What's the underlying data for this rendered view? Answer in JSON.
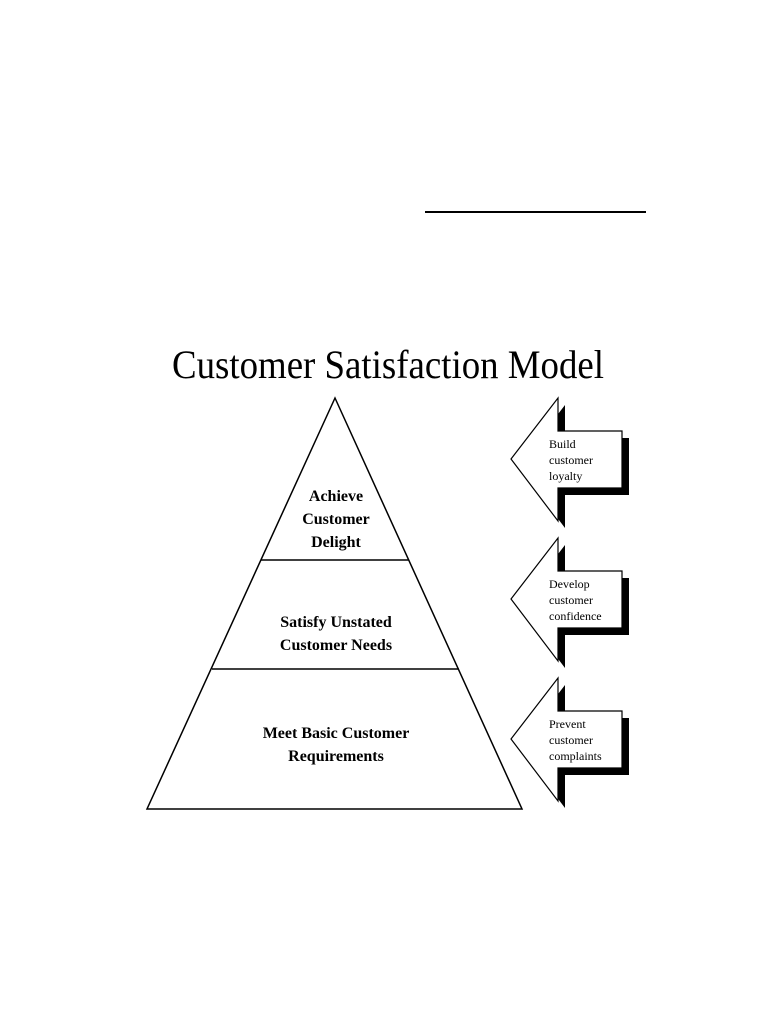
{
  "title": "Customer Satisfaction Model",
  "pyramid": {
    "levels": [
      {
        "label_lines": [
          "Achieve",
          "Customer",
          "Delight"
        ]
      },
      {
        "label_lines": [
          "Satisfy Unstated",
          "Customer Needs"
        ]
      },
      {
        "label_lines": [
          "Meet Basic Customer",
          "Requirements"
        ]
      }
    ]
  },
  "arrows": [
    {
      "label_lines": [
        "Build",
        "customer",
        "loyalty"
      ]
    },
    {
      "label_lines": [
        "Develop",
        "customer",
        "confidence"
      ]
    },
    {
      "label_lines": [
        "Prevent",
        "customer",
        "complaints"
      ]
    }
  ],
  "colors": {
    "stroke": "#000000",
    "fill": "#ffffff",
    "shadow": "#000000"
  }
}
